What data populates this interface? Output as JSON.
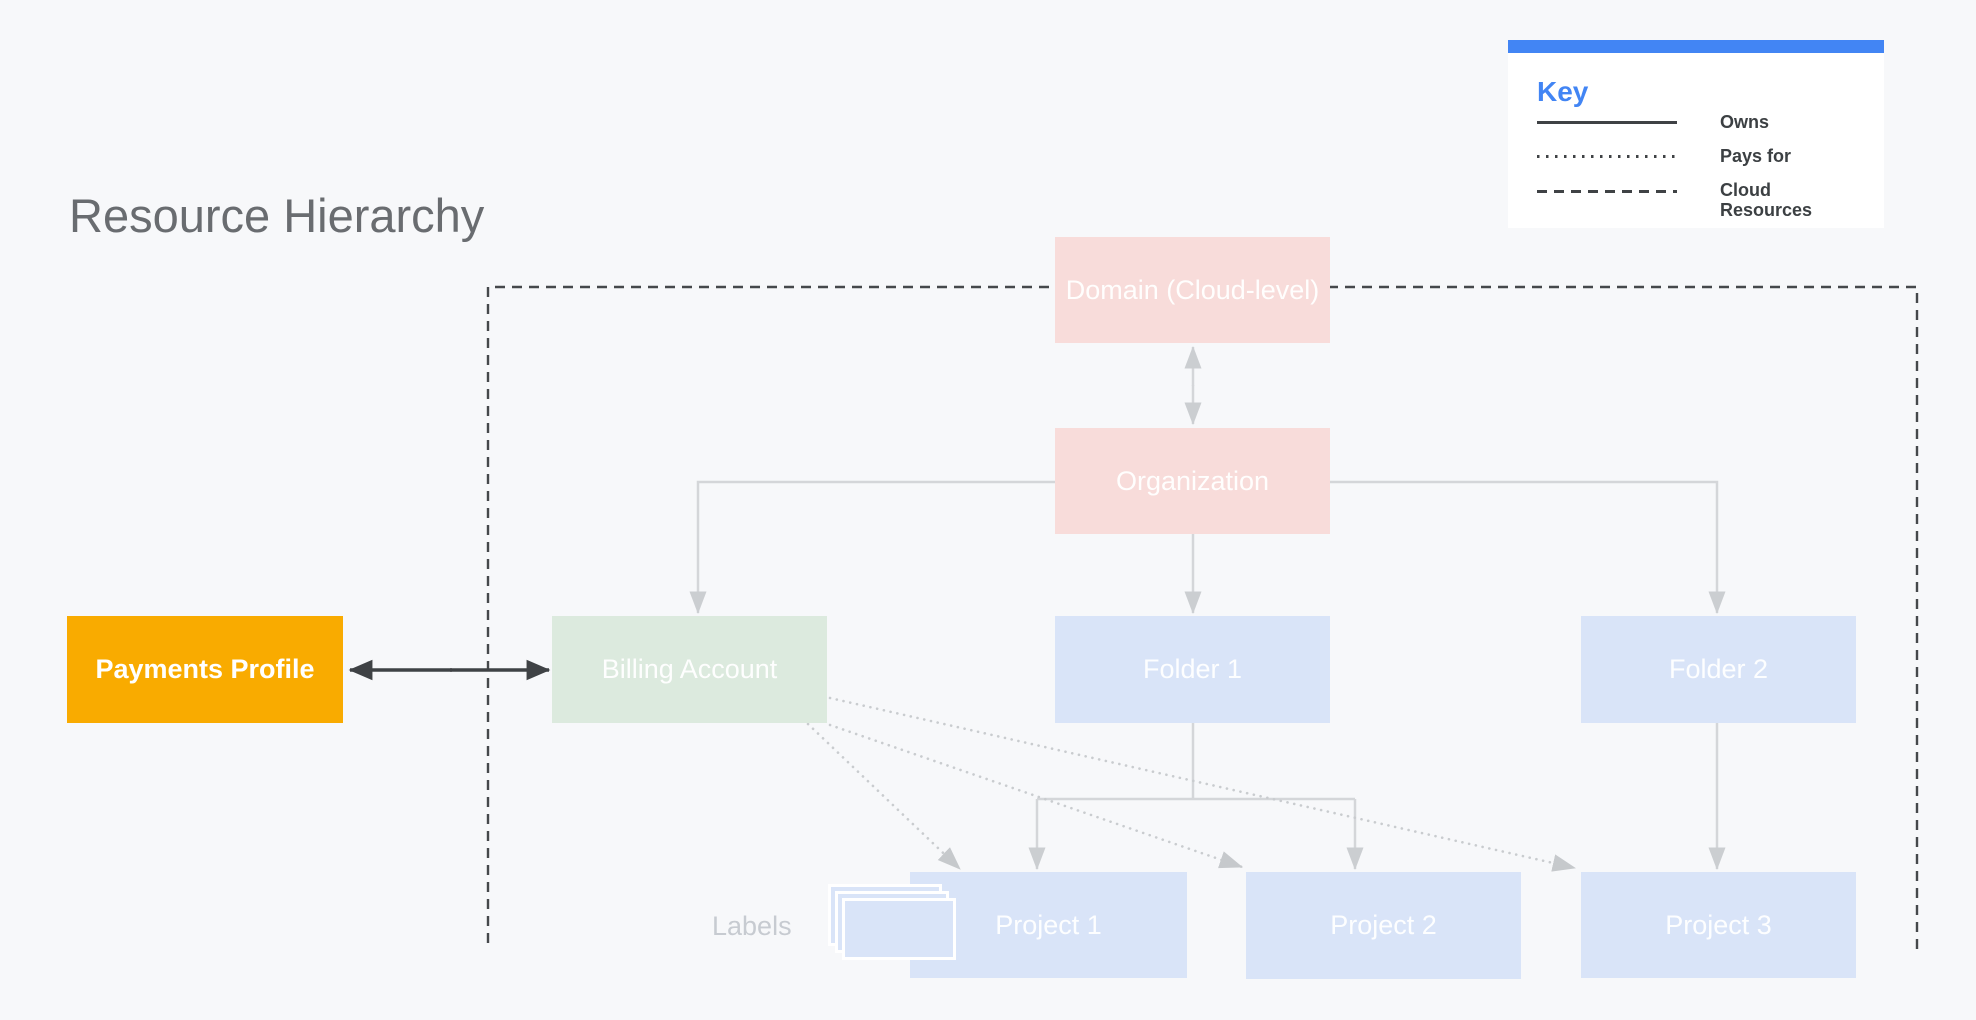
{
  "title": "Resource Hierarchy",
  "legend": {
    "title": "Key",
    "items": [
      {
        "label": "Owns",
        "line_style": "solid"
      },
      {
        "label": "Pays for",
        "line_style": "dotted"
      },
      {
        "label": "Cloud Resources",
        "line_style": "dashed"
      }
    ]
  },
  "nodes": {
    "domain": {
      "label": "Domain (Cloud-level)",
      "color": "#f8dcda"
    },
    "organization": {
      "label": "Organization",
      "color": "#f8dcda"
    },
    "payments_profile": {
      "label": "Payments Profile",
      "color": "#f9ab00"
    },
    "billing_account": {
      "label": "Billing Account",
      "color": "#dceade"
    },
    "folder1": {
      "label": "Folder 1",
      "color": "#d9e4f8"
    },
    "folder2": {
      "label": "Folder 2",
      "color": "#d9e4f8"
    },
    "project1": {
      "label": "Project 1",
      "color": "#d9e4f8"
    },
    "project2": {
      "label": "Project 2",
      "color": "#d9e4f8"
    },
    "project3": {
      "label": "Project 3",
      "color": "#d9e4f8"
    }
  },
  "caption": {
    "labels": "Labels"
  },
  "icons": {
    "labels_stack": "stacked-cards-icon"
  },
  "colors": {
    "background": "#f7f8fa",
    "accent_blue": "#4285f4",
    "dark_line": "#3f4245",
    "light_line": "#d4d6d9",
    "dotted_line": "#c9cccf",
    "title_gray": "#696c70"
  }
}
